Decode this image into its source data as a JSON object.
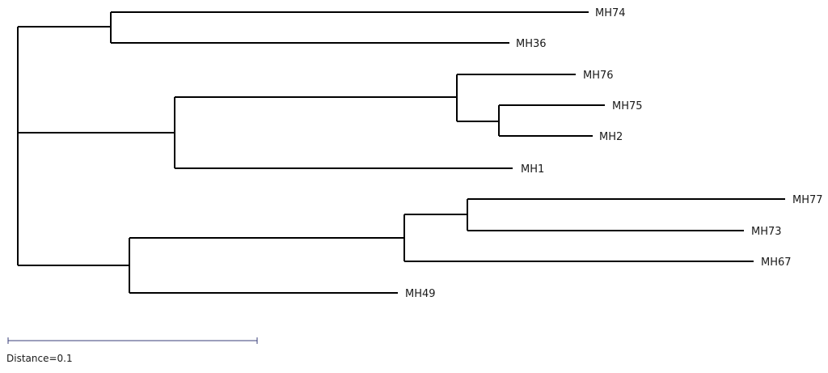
{
  "tree": {
    "leaves": [
      {
        "id": "mh74",
        "label": "MH74"
      },
      {
        "id": "mh36",
        "label": "MH36"
      },
      {
        "id": "mh76",
        "label": "MH76"
      },
      {
        "id": "mh75",
        "label": "MH75"
      },
      {
        "id": "mh2",
        "label": "MH2"
      },
      {
        "id": "mh1",
        "label": "MH1"
      },
      {
        "id": "mh77",
        "label": "MH77"
      },
      {
        "id": "mh73",
        "label": "MH73"
      },
      {
        "id": "mh67",
        "label": "MH67"
      },
      {
        "id": "mh49",
        "label": "MH49"
      }
    ],
    "branch_color": "#000000"
  },
  "scale_bar": {
    "label": "Distance=0.1",
    "color": "#3a3f7a"
  }
}
